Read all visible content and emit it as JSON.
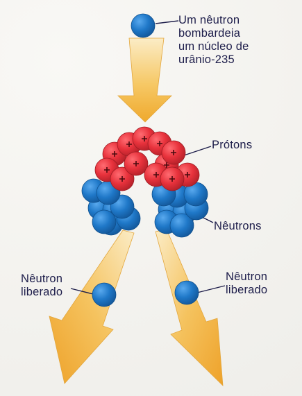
{
  "labels": {
    "intro": [
      "Um nêutron",
      "bombardeia",
      "um núcleo de",
      "urânio-235"
    ],
    "protons": "Prótons",
    "neutrons": "Nêutrons",
    "released_left": [
      "Nêutron",
      "liberado"
    ],
    "released_right": [
      "Nêutron",
      "liberado"
    ]
  },
  "colors": {
    "neutron": "#1f78c8",
    "proton": "#e8323c",
    "arrow": "#f2b544",
    "arrow_light": "#fbe6b4",
    "text": "#1d1d4a"
  },
  "nucleus": {
    "protons": 12,
    "neutrons": 16
  }
}
